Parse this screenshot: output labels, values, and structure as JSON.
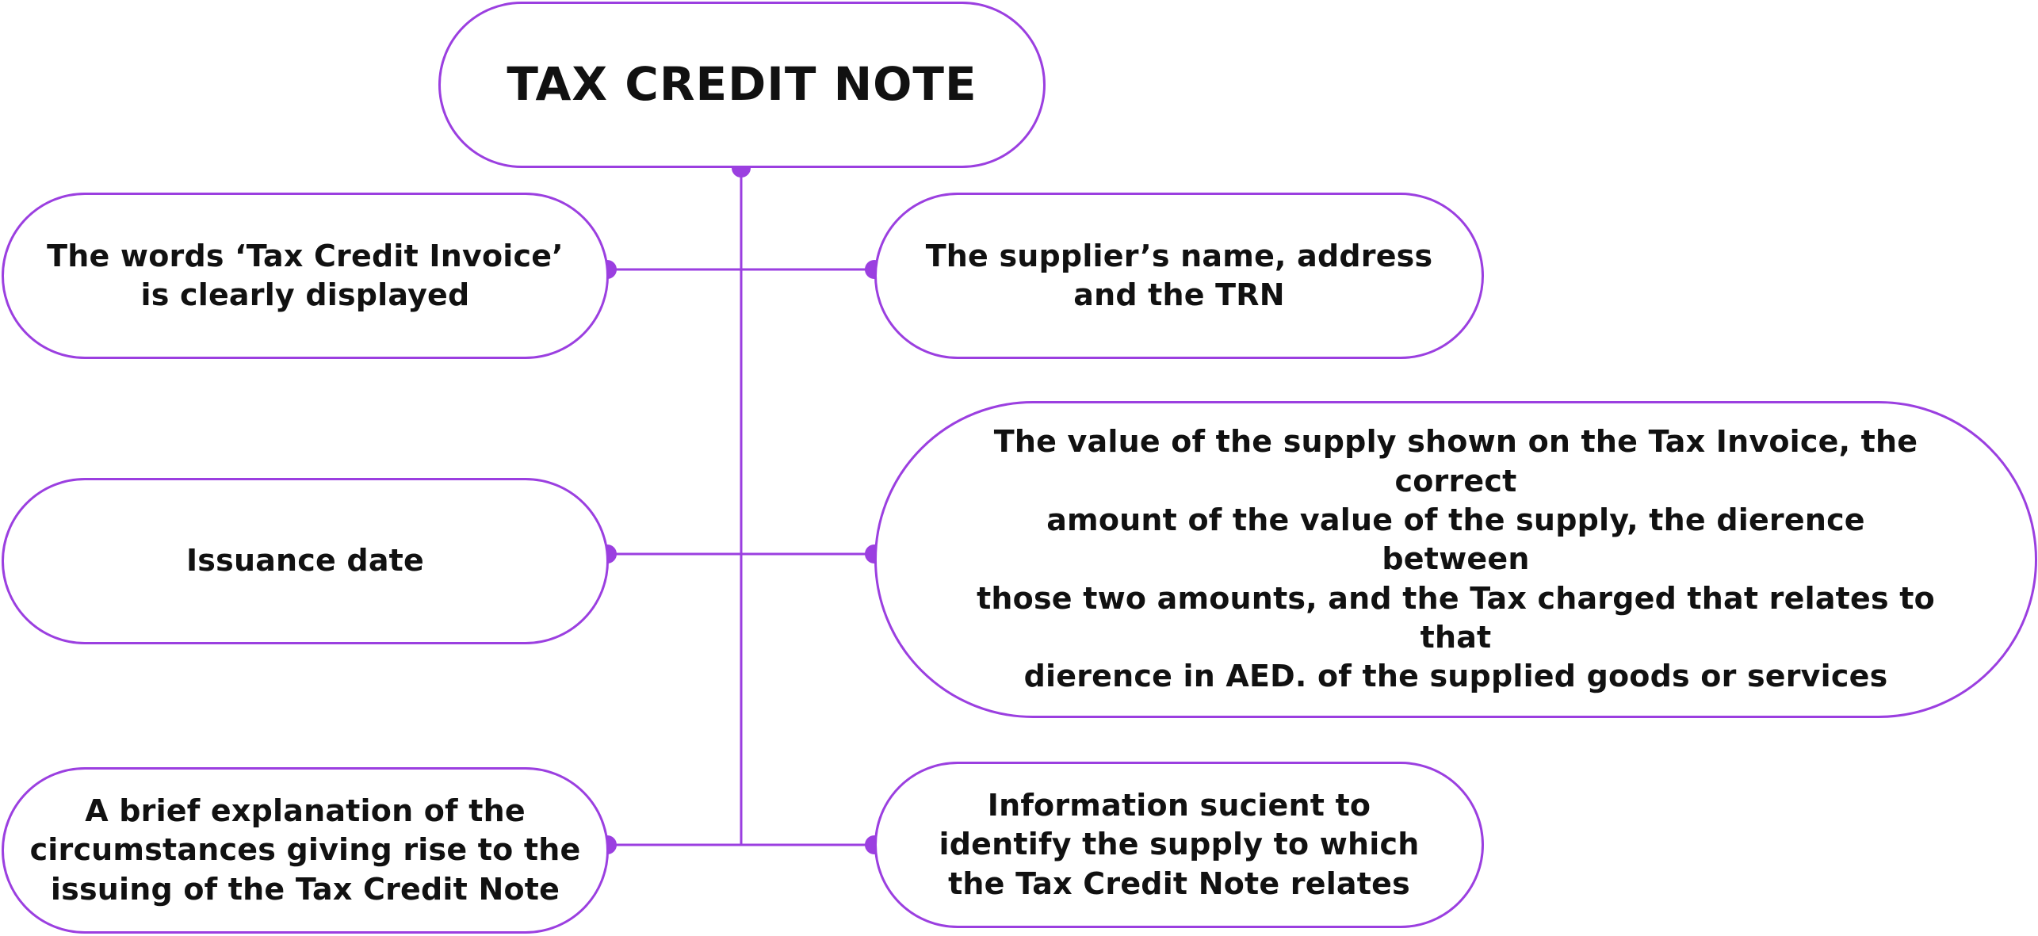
{
  "diagram": {
    "accent_color": "#9b3fe0",
    "text_color": "#111111",
    "title": "TAX CREDIT NOTE",
    "nodes": {
      "words": "The words ‘Tax Credit Invoice’\nis clearly displayed",
      "supplier": "The supplier’s name, address\nand the TRN",
      "date": "Issuance date",
      "value": "The value of the supply shown on the Tax Invoice, the correct\namount of the value of the supply, the dierence between\nthose two amounts, and the Tax charged that relates to that\ndierence in AED. of the supplied goods or services",
      "brief": "A brief explanation of the\ncircumstances giving rise to the\nissuing of the Tax Credit Note",
      "info": "Information sucient to\nidentify the supply to which\nthe Tax Credit Note relates"
    }
  }
}
